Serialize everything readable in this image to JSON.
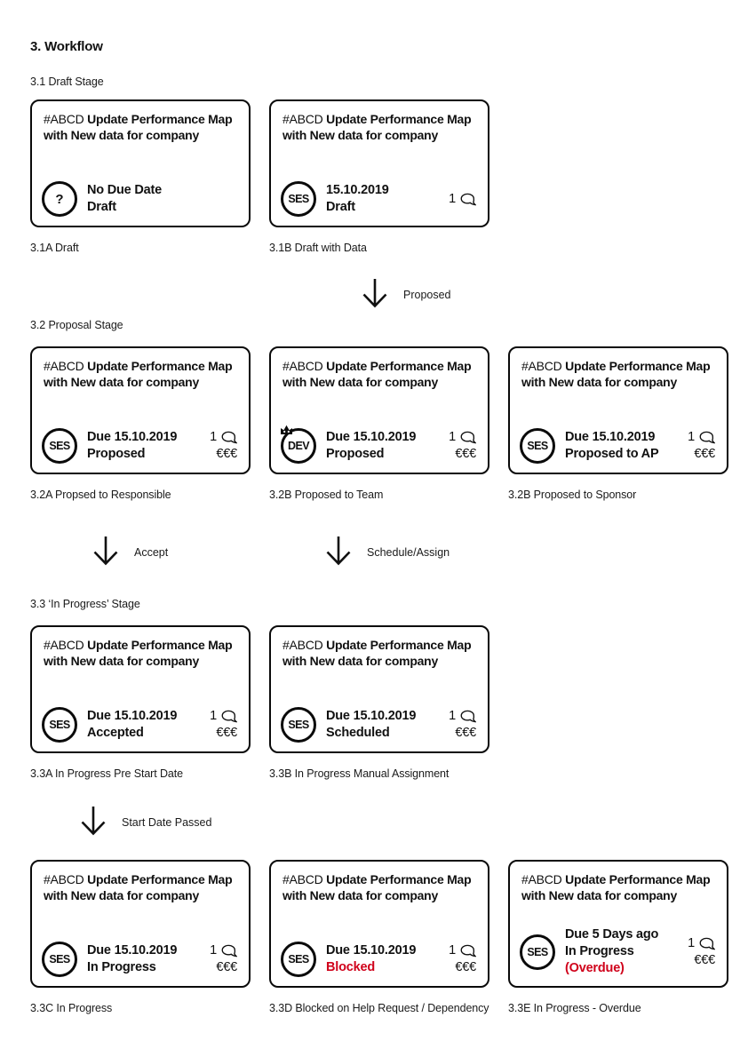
{
  "page": {
    "title": "3. Workflow"
  },
  "colors": {
    "ink": "#111111",
    "status_red": "#d0021b"
  },
  "card_title": {
    "prefix": "#ABCD",
    "text": "Update Performance Map with New data for company"
  },
  "sections": [
    {
      "label": "3.1 Draft Stage"
    },
    {
      "label": "3.2 Proposal Stage"
    },
    {
      "label": "3.3 ‘In Progress’ Stage"
    }
  ],
  "arrows": [
    {
      "label": "Proposed"
    },
    {
      "label": "Accept"
    },
    {
      "label": "Schedule/Assign"
    },
    {
      "label": "Start Date Passed"
    }
  ],
  "icons": {
    "comment": "speech-bubble",
    "dev_badge_overlay": "crown"
  },
  "cards": [
    {
      "badge": "?",
      "line1": "No Due Date",
      "line2": "Draft",
      "comments": "",
      "cost": "",
      "caption": "3.1A Draft"
    },
    {
      "badge": "SES",
      "line1": "15.10.2019",
      "line2": "Draft",
      "comments": "1",
      "cost": "",
      "caption": "3.1B Draft with Data"
    },
    {
      "badge": "SES",
      "line1": "Due 15.10.2019",
      "line2": "Proposed",
      "comments": "1",
      "cost": "€€€",
      "caption": "3.2A Propsed to Responsible"
    },
    {
      "badge": "DEV",
      "badge_icon": "crown",
      "line1": "Due 15.10.2019",
      "line2": "Proposed",
      "comments": "1",
      "cost": "€€€",
      "caption": "3.2B Proposed to Team"
    },
    {
      "badge": "SES",
      "line1": "Due 15.10.2019",
      "line2": "Proposed to AP",
      "comments": "1",
      "cost": "€€€",
      "caption": "3.2B Proposed to Sponsor"
    },
    {
      "badge": "SES",
      "line1": "Due 15.10.2019",
      "line2": "Accepted",
      "comments": "1",
      "cost": "€€€",
      "caption": "3.3A In Progress Pre Start Date"
    },
    {
      "badge": "SES",
      "line1": "Due 15.10.2019",
      "line2": "Scheduled",
      "comments": "1",
      "cost": "€€€",
      "caption": "3.3B In Progress Manual Assignment"
    },
    {
      "badge": "SES",
      "line1": "Due 15.10.2019",
      "line2": "In Progress",
      "comments": "1",
      "cost": "€€€",
      "caption": "3.3C In Progress"
    },
    {
      "badge": "SES",
      "line1": "Due 15.10.2019",
      "line2": "Blocked",
      "line2_color": "#d0021b",
      "comments": "1",
      "cost": "€€€",
      "caption": "3.3D Blocked on Help Request / Dependency"
    },
    {
      "badge": "SES",
      "line1": "Due 5 Days ago",
      "line2": "In Progress",
      "line2_suffix": "(Overdue)",
      "suffix_color": "#d0021b",
      "comments": "1",
      "cost": "€€€",
      "caption": "3.3E In Progress - Overdue"
    }
  ]
}
